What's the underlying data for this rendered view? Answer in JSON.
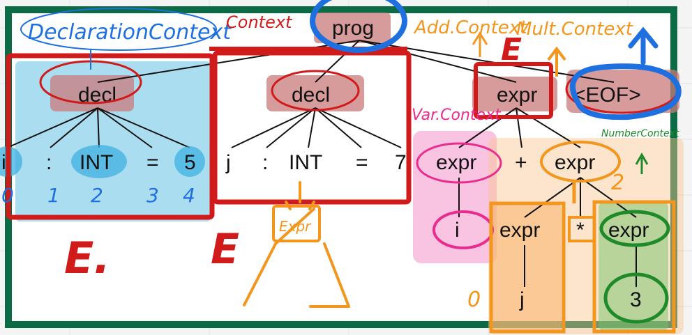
{
  "parse_tree": {
    "root": "prog",
    "decl_1": {
      "label": "decl",
      "tokens": [
        "i",
        ":",
        "INT",
        "=",
        "5"
      ]
    },
    "decl_2": {
      "label": "decl",
      "tokens": [
        "j",
        ":",
        "INT",
        "=",
        "7"
      ]
    },
    "expr_top": "expr",
    "eof": "<EOF>",
    "expr_left": "expr",
    "expr_left_leaf": "i",
    "plus": "+",
    "expr_right": "expr",
    "mult_left": "expr",
    "star": "*",
    "mult_right": "expr",
    "mult_left_leaf": "j",
    "mult_right_leaf": "3"
  },
  "annotations": {
    "declaration_context": "DeclarationContext",
    "context": "Context",
    "add_context": "Add.Context",
    "mult_context": "Mult.Context",
    "var_context": "Var.Context",
    "number_context": "NumberContext",
    "e_big_1": "E.",
    "e_big_2": "E",
    "e_top": "E",
    "index_labels": [
      "0",
      "1",
      "2",
      "3",
      "4"
    ],
    "expr_doodle": "Expr",
    "num_2": "2",
    "num_0": "0"
  },
  "colors": {
    "frame_green": "#0b6b45",
    "red_ink": "#d11a1a",
    "blue_ink": "#1e6fe0",
    "cyan_fill": "#6cc7e8",
    "orange_ink": "#f2961e",
    "pink_ink": "#ea2c8f",
    "green_ink": "#1f8a2a",
    "node_bg": "#c97a7a"
  }
}
